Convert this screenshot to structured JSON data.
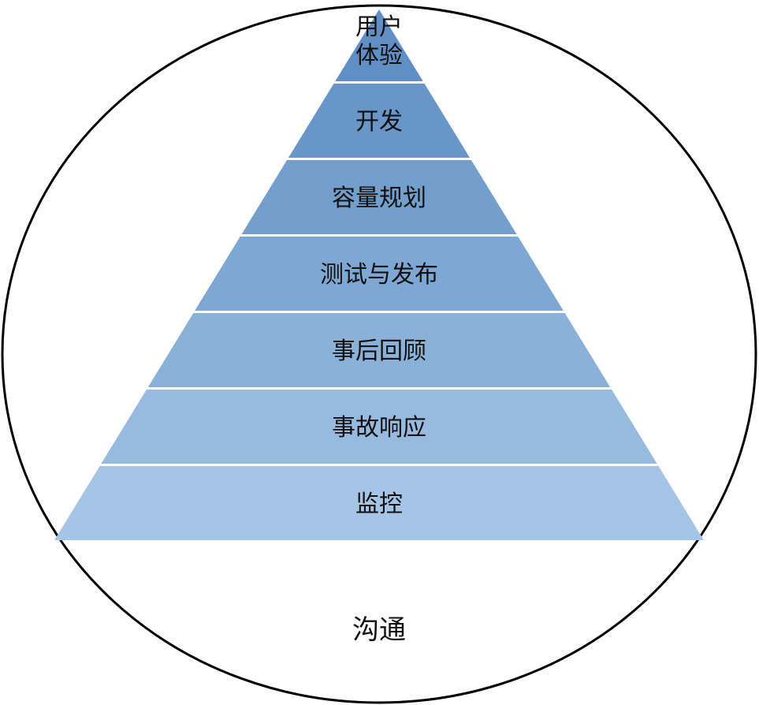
{
  "diagram": {
    "base": {
      "label": "沟通",
      "fill": "#ffffff",
      "stroke": "#000000"
    },
    "tiers": [
      {
        "label": "用户体验",
        "lines": [
          "用户",
          "体验"
        ],
        "fill": "#5f8fc4"
      },
      {
        "label": "开发",
        "lines": [
          "开发"
        ],
        "fill": "#6896c8"
      },
      {
        "label": "容量规划",
        "lines": [
          "容量规划"
        ],
        "fill": "#739fcd"
      },
      {
        "label": "测试与发布",
        "lines": [
          "测试与发布"
        ],
        "fill": "#7ea8d3"
      },
      {
        "label": "事后回顾",
        "lines": [
          "事后回顾"
        ],
        "fill": "#8ab1d8"
      },
      {
        "label": "事故响应",
        "lines": [
          "事故响应"
        ],
        "fill": "#97badf"
      },
      {
        "label": "监控",
        "lines": [
          "监控"
        ],
        "fill": "#a6c5e6"
      }
    ],
    "separator_color": "#ffffff"
  }
}
